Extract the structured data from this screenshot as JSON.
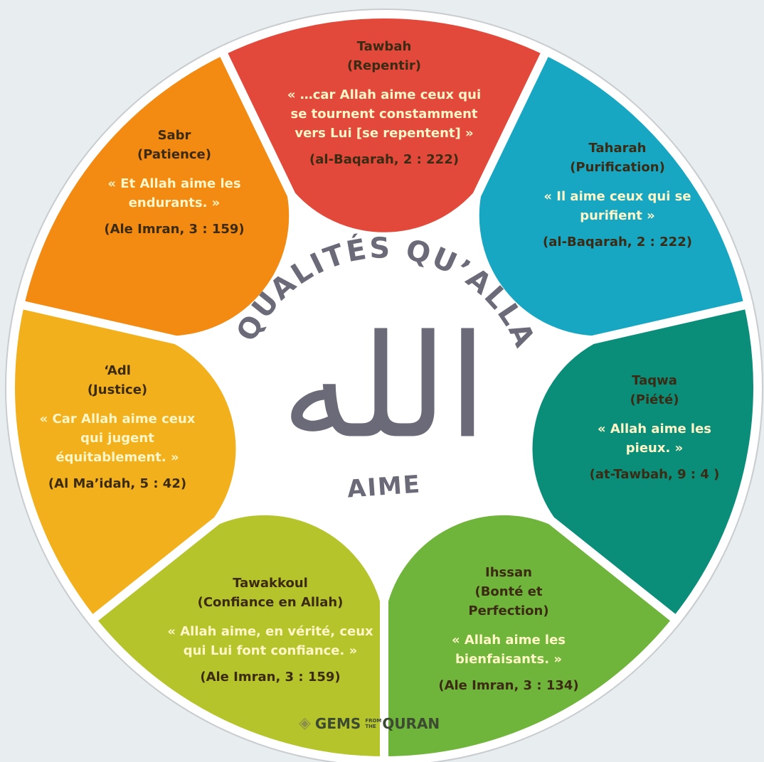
{
  "center": {
    "title": "7 QUALITÉS QU’ALLAH",
    "arabic": "الله",
    "subtitle": "AIME"
  },
  "logo": {
    "left": "GEMS",
    "middle": "FROM THE",
    "right": "QURAN",
    "icon": "gem-icon"
  },
  "sectors": [
    {
      "name": "Tawbah",
      "translation": "(Repentir)",
      "quote": "« …car Allah aime ceux qui se tournent constamment vers Lui [se repentent] »",
      "ref": "(al-Baqarah, 2 : 222)",
      "color": "#e2493a"
    },
    {
      "name": "Taharah",
      "translation": "(Purification)",
      "quote": "« Il aime ceux qui se purifient »",
      "ref": "(al-Baqarah, 2 : 222)",
      "color": "#17a7c3"
    },
    {
      "name": "Taqwa",
      "translation": "(Piété)",
      "quote": "« Allah aime les pieux. »",
      "ref": "(at-Tawbah, 9 : 4 )",
      "color": "#0a8e7a"
    },
    {
      "name": "Ihssan",
      "translation": "(Bonté et Perfection)",
      "quote": "« Allah aime les bienfaisants. »",
      "ref": "(Ale Imran, 3 : 134)",
      "color": "#70b53b"
    },
    {
      "name": "Tawakkoul",
      "translation": "(Confiance en Allah)",
      "quote": "« Allah aime, en vérité, ceux qui Lui font confiance. »",
      "ref": "(Ale Imran, 3 : 159)",
      "color": "#b6c42b"
    },
    {
      "name": "‘Adl",
      "translation": "(Justice)",
      "quote": "« Car Allah aime ceux qui jugent équitablement. »",
      "ref": "(Al Ma’idah, 5 : 42)",
      "color": "#f2b01c"
    },
    {
      "name": "Sabr",
      "translation": "(Patience)",
      "quote": "« Et Allah aime les endurants. »",
      "ref": "(Ale Imran, 3 : 159)",
      "color": "#f38a12"
    }
  ]
}
